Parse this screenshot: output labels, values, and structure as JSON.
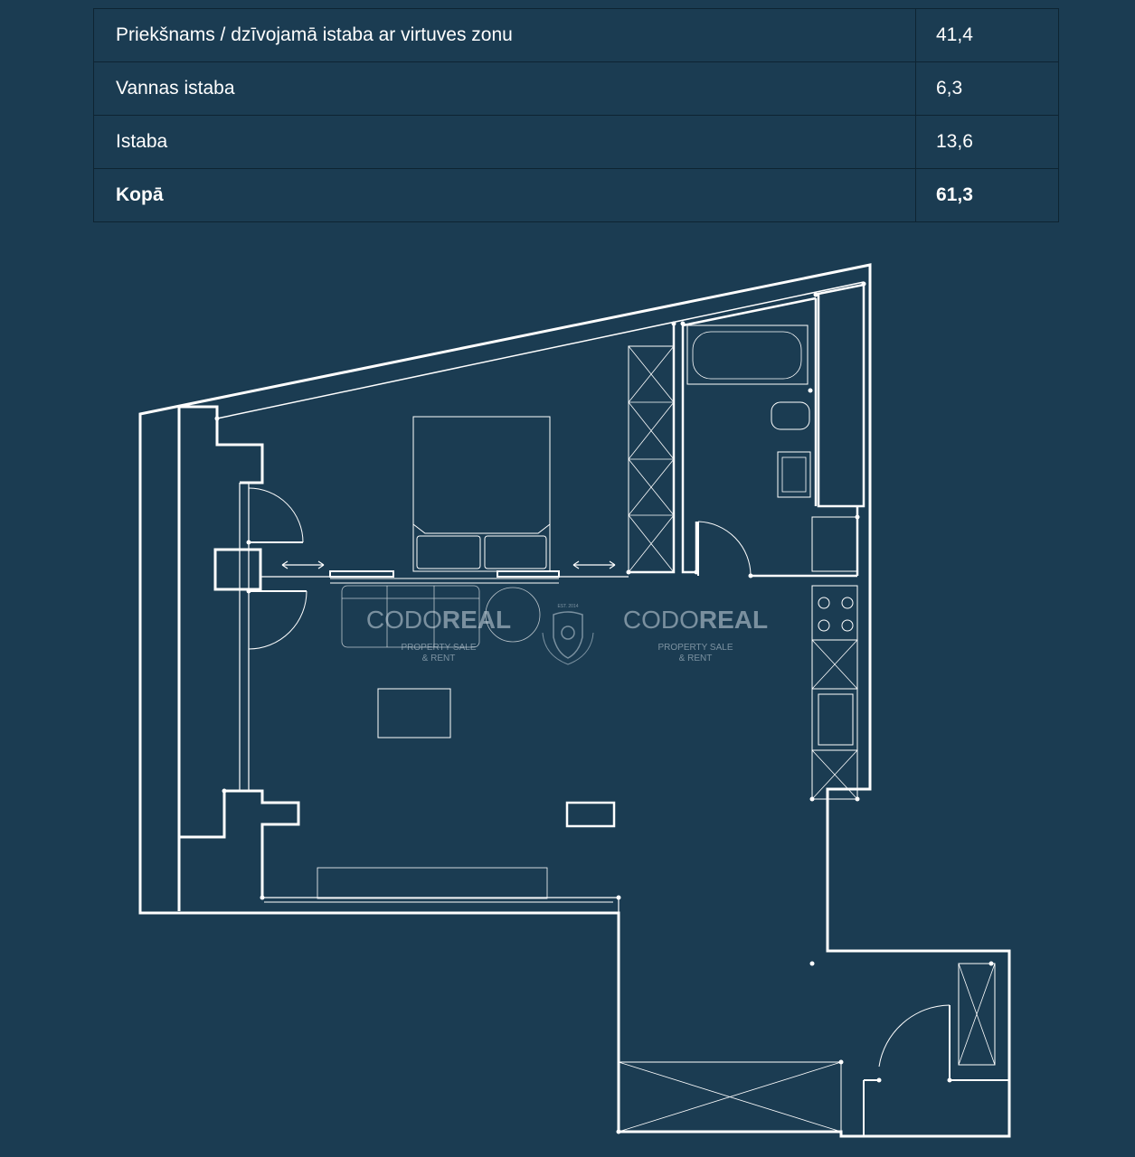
{
  "rooms_table": {
    "rows": [
      {
        "name": "Priekšnams / dzīvojamā istaba ar virtuves zonu",
        "area": "41,4"
      },
      {
        "name": "Vannas istaba",
        "area": "6,3"
      },
      {
        "name": "Istaba",
        "area": "13,6"
      }
    ],
    "total": {
      "name": "Kopā",
      "area": "61,3"
    }
  },
  "watermark": {
    "brand_left_a": "CODO",
    "brand_left_b": "REAL",
    "brand_right_a": "CODO",
    "brand_right_b": "REAL",
    "tagline_1": "PROPERTY SALE",
    "tagline_2": "& RENT",
    "est": "EST. 2014"
  },
  "colors": {
    "background": "#1b3c52",
    "line": "#ffffff",
    "table_border": "#0e2432"
  }
}
